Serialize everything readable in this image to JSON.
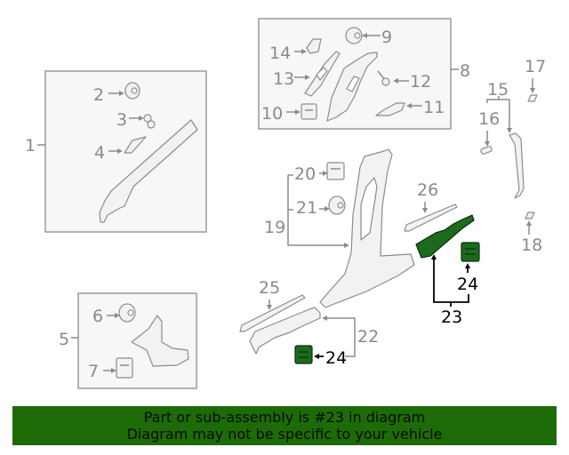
{
  "diagram": {
    "callouts": {
      "c1": "1",
      "c2": "2",
      "c3": "3",
      "c4": "4",
      "c5": "5",
      "c6": "6",
      "c7": "7",
      "c8": "8",
      "c9": "9",
      "c10": "10",
      "c11": "11",
      "c12": "12",
      "c13": "13",
      "c14": "14",
      "c15": "15",
      "c16": "16",
      "c17": "17",
      "c18": "18",
      "c19": "19",
      "c20": "20",
      "c21": "21",
      "c22": "22",
      "c23": "23",
      "c24a": "24",
      "c24b": "24",
      "c25": "25",
      "c26": "26"
    },
    "highlighted_part": "23",
    "highlight_color": "#1c6b1c",
    "line_color": "#8c8c8c"
  },
  "banner": {
    "line1": "Part or sub-assembly is #23 in diagram",
    "line2": "Diagram may not be specific to your vehicle",
    "background": "#1d6b06"
  }
}
